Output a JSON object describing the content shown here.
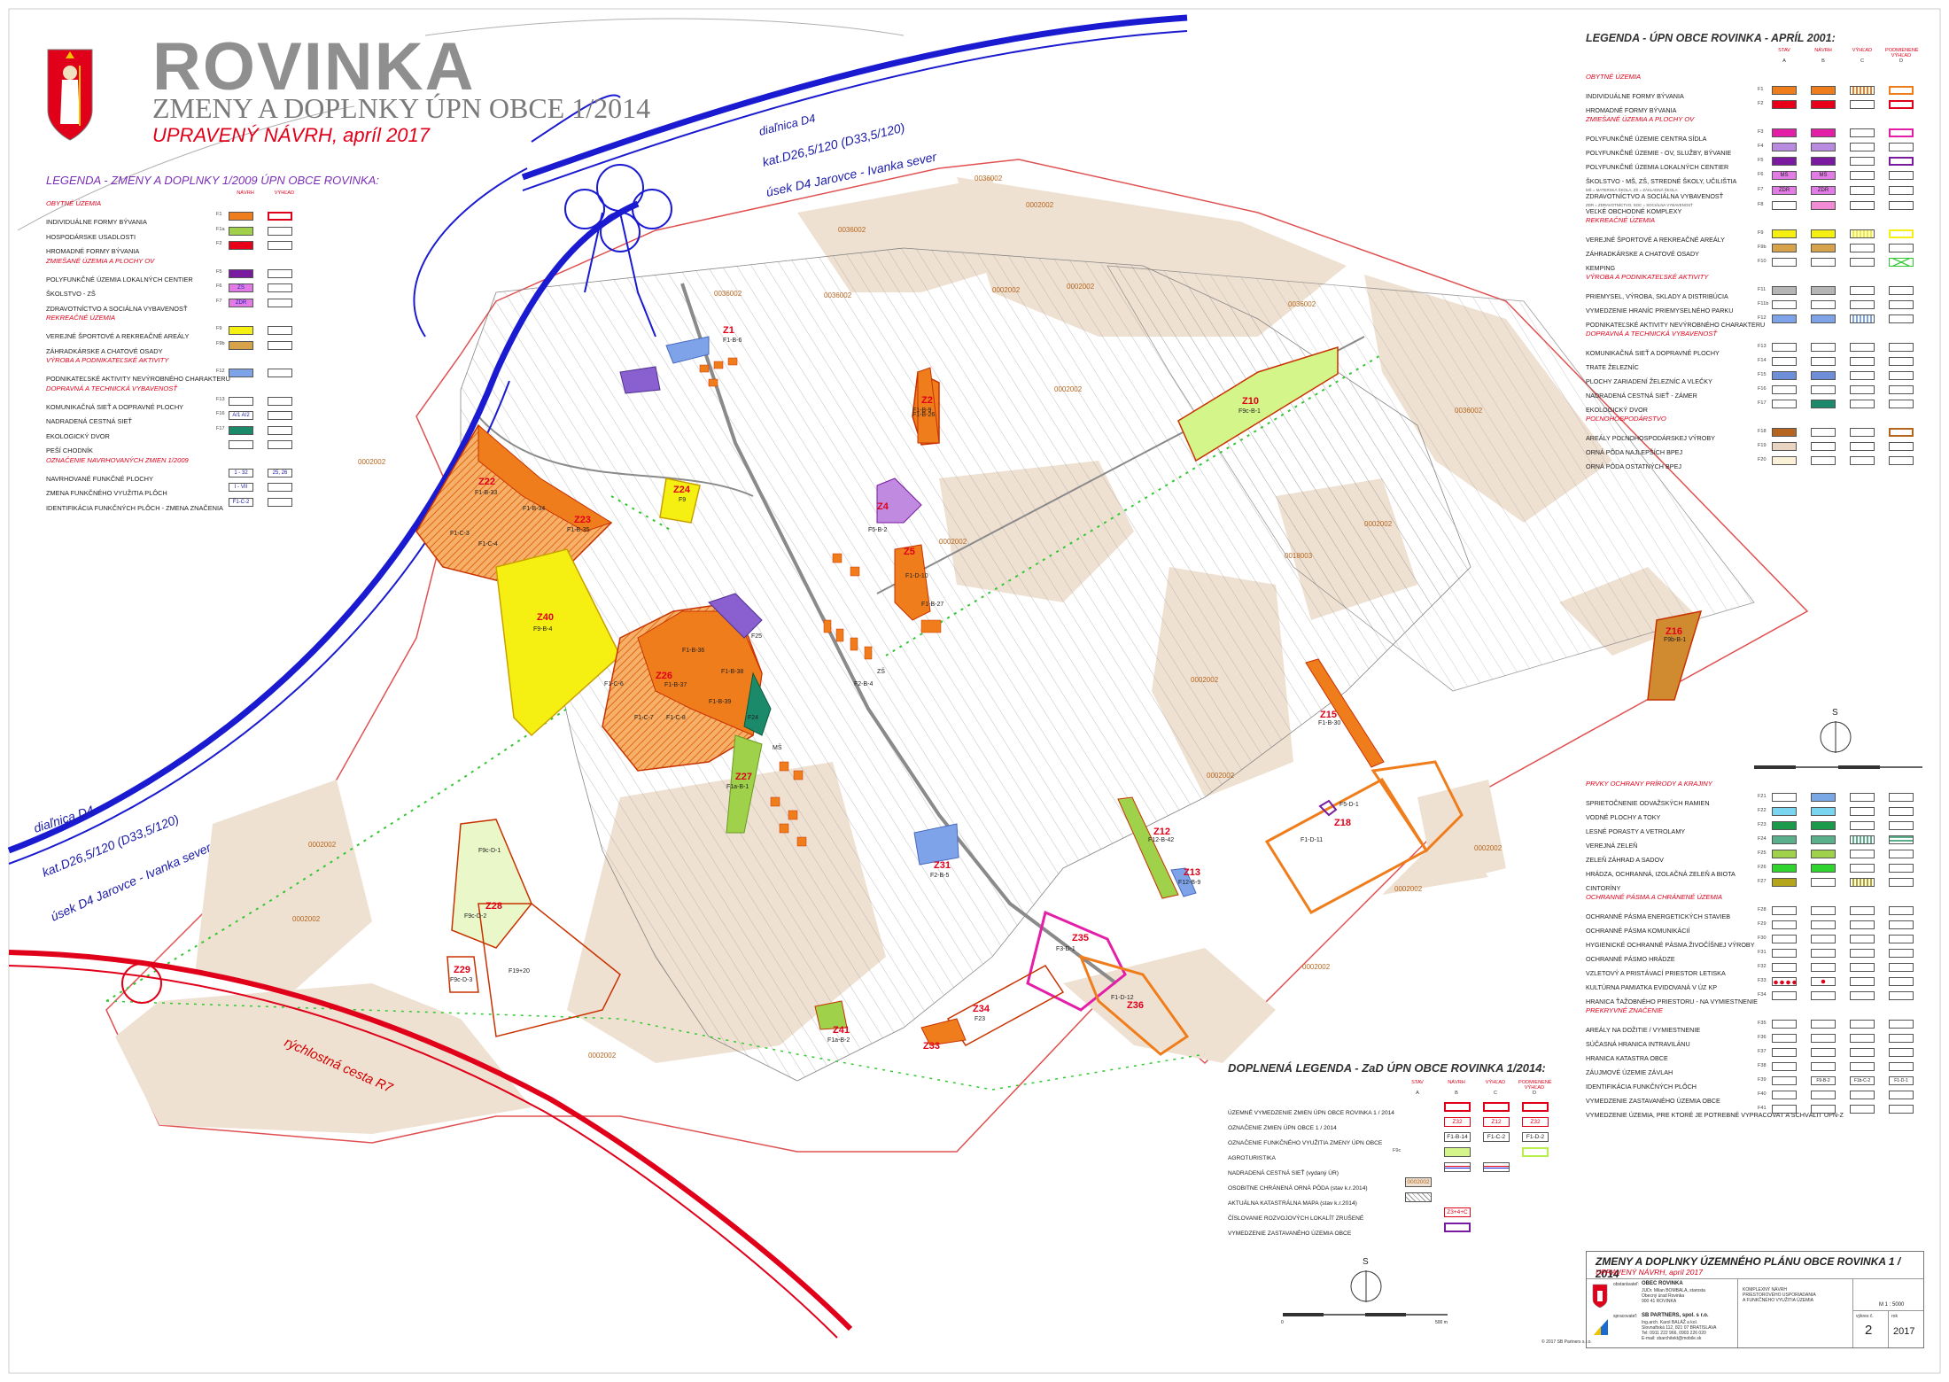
{
  "header": {
    "title": "ROVINKA",
    "subtitle": "ZMENY A DOPLNKY ÚPN OBCE 1/2014",
    "status": "UPRAVENÝ NÁVRH, apríl 2017"
  },
  "legend_2009": {
    "title": "LEGENDA - ZMENY A DOPLNKY 1/2009 ÚPN OBCE ROVINKA:",
    "col_headers": [
      "NÁVRH",
      "VÝHĽAD"
    ],
    "rows": [
      {
        "type": "cat",
        "label": "OBYTNÉ ÚZEMIA"
      },
      {
        "type": "item",
        "label": "INDIVIDUÁLNE FORMY BÝVANIA",
        "code": "F1",
        "fill": "#f07d1c",
        "alt": "outline-red"
      },
      {
        "type": "item",
        "label": "HOSPODÁRSKE USADLOSTI",
        "code": "F1a",
        "fill": "#9fd24a",
        "alt": "box"
      },
      {
        "type": "item",
        "label": "HROMADNÉ FORMY BÝVANIA",
        "code": "F2",
        "fill": "#e8001a",
        "alt": "box"
      },
      {
        "type": "cat",
        "label": "ZMIEŠANÉ ÚZEMIA A PLOCHY OV"
      },
      {
        "type": "item",
        "label": "POLYFUNKČNÉ ÚZEMIA LOKALNÝCH CENTIER",
        "code": "F5",
        "fill": "#7a1aa0",
        "alt": "box"
      },
      {
        "type": "item",
        "label": "ŠKOLSTVO - ZŠ",
        "code": "F6",
        "fill": "#e27be6",
        "text": "ZŠ",
        "alt": "box"
      },
      {
        "type": "item",
        "label": "ZDRAVOTNÍCTVO A SOCIÁLNA VYBAVENOSŤ",
        "code": "F7",
        "fill": "#e27be6",
        "text": "ZDR",
        "alt": "box"
      },
      {
        "type": "cat",
        "label": "REKREAČNÉ ÚZEMIA"
      },
      {
        "type": "item",
        "label": "VEREJNÉ ŠPORTOVÉ A REKREAČNÉ AREÁLY",
        "code": "F9",
        "fill": "#f6ef12",
        "alt": "box"
      },
      {
        "type": "item",
        "label": "ZÁHRADKÁRSKE A CHATOVÉ OSADY",
        "code": "F9b",
        "fill": "#d6a24a",
        "alt": "box"
      },
      {
        "type": "cat",
        "label": "VÝROBA A PODNIKATEĽSKÉ AKTIVITY"
      },
      {
        "type": "item",
        "label": "PODNIKATEĽSKÉ AKTIVITY NEVÝROBNÉHO CHARAKTERU",
        "code": "F12",
        "fill": "#7ea3e8",
        "alt": "box"
      },
      {
        "type": "cat",
        "label": "DOPRAVNÁ A TECHNICKÁ VYBAVENOSŤ"
      },
      {
        "type": "item",
        "label": "KOMUNIKAČNÁ SIEŤ A DOPRAVNÉ PLOCHY",
        "code": "F13",
        "fill": "#ffffff",
        "alt": "box"
      },
      {
        "type": "item",
        "label": "NADRADENÁ CESTNÁ SIEŤ",
        "code": "F16",
        "fill": "#ffffff",
        "text": "A/1  A/2",
        "alt": "box"
      },
      {
        "type": "item",
        "label": "EKOLOGICKÝ DVOR",
        "code": "F17",
        "fill": "#1a8a6a",
        "alt": "box"
      },
      {
        "type": "item",
        "label": "PEŠÍ CHODNÍK",
        "code": "",
        "fill": "#ffffff",
        "alt": "box"
      },
      {
        "type": "cat",
        "label": "OZNAČENIE NAVRHOVANÝCH ZMIEN 1/2009"
      },
      {
        "type": "item",
        "label": "NAVRHOVANÉ FUNKČNÉ PLOCHY",
        "code": "",
        "fill": "#ffffff",
        "text": "1 - 32",
        "alt": "text",
        "alt_text": "25, 26"
      },
      {
        "type": "item",
        "label": "ZMENA FUNKČNÉHO VYUŽITIA PLÔCH",
        "code": "",
        "fill": "#ffffff",
        "text": "I - VII",
        "alt": "box"
      },
      {
        "type": "item",
        "label": "IDENTIFIKÁCIA FUNKČNÝCH PLÔCH - ZMENA ZNAČENIA",
        "code": "",
        "fill": "#ffffff",
        "text": "F1-C-2",
        "alt": "box"
      }
    ]
  },
  "legend_2001": {
    "title": "LEGENDA - ÚPN OBCE ROVINKA - APRÍL 2001:",
    "col_headers": [
      "STAV",
      "NÁVRH",
      "VÝHĽAD",
      "PODMIENENÉ VÝHĽAD"
    ],
    "col_letters": [
      "A",
      "B",
      "C",
      "D"
    ],
    "rows": [
      {
        "type": "cat",
        "label": "OBYTNÉ ÚZEMIA"
      },
      {
        "type": "item",
        "code": "F1",
        "label": "INDIVIDUÁLNE FORMY BÝVANIA",
        "a": "#f07d1c",
        "b": "#f07d1c",
        "c": "hatch-orange",
        "d": "outline-orange"
      },
      {
        "type": "item",
        "code": "F2",
        "label": "HROMADNÉ FORMY BÝVANIA",
        "a": "#e8001a",
        "b": "#e8001a",
        "c": "",
        "d": "outline-red"
      },
      {
        "type": "cat",
        "label": "ZMIEŠANÉ ÚZEMIA A PLOCHY OV"
      },
      {
        "type": "item",
        "code": "F3",
        "label": "POLYFUNKČNÉ ÚZEMIE CENTRA SÍDLA",
        "a": "#e51ea8",
        "b": "#e51ea8",
        "c": "",
        "d": "outline-magenta"
      },
      {
        "type": "item",
        "code": "F4",
        "label": "POLYFUNKČNÉ ÚZEMIE - OV, SLUŽBY, BÝVANIE",
        "a": "#b98be0",
        "b": "#b98be0",
        "c": "",
        "d": ""
      },
      {
        "type": "item",
        "code": "F5",
        "label": "POLYFUNKČNÉ ÚZEMIA LOKALNÝCH CENTIER",
        "a": "#7a1aa0",
        "b": "#7a1aa0",
        "c": "",
        "d": "outline-purple"
      },
      {
        "type": "item",
        "code": "F6",
        "label": "ŠKOLSTVO - MŠ, ZŠ, STREDNÉ ŠKOLY, UČILIŠTIA",
        "sublabel": "MŠ = MATERSKÁ ŠKOLA, ZŠ = ZÁKLADNÁ ŠKOLA",
        "a": "#e27be6",
        "b": "#e27be6",
        "a_text": "MŠ",
        "b_text": "MŠ",
        "c": "",
        "d": ""
      },
      {
        "type": "item",
        "code": "F7",
        "label": "ZDRAVOTNÍCTVO A SOCIÁLNA VYBAVENOSŤ",
        "sublabel": "ZDR = ZDRAVOTNÍCTVO, SOC = SOCIÁLNA VYBAVENOSŤ",
        "a": "#e27be6",
        "b": "#e27be6",
        "a_text": "ZDR",
        "b_text": "ZDR",
        "c": "",
        "d": ""
      },
      {
        "type": "item",
        "code": "F8",
        "label": "VEĽKÉ OBCHODNÉ KOMPLEXY",
        "a": "",
        "b": "#f28ad6",
        "c": "",
        "d": ""
      },
      {
        "type": "cat",
        "label": "REKREAČNÉ ÚZEMIA"
      },
      {
        "type": "item",
        "code": "F9",
        "label": "VEREJNÉ ŠPORTOVÉ A REKREAČNÉ AREÁLY",
        "a": "#f6ef12",
        "b": "#f6ef12",
        "c": "hatch-yellow",
        "d": "outline-yellow"
      },
      {
        "type": "item",
        "code": "F9b",
        "label": "ZÁHRADKÁRSKE A CHATOVÉ OSADY",
        "a": "#d6a24a",
        "b": "#d6a24a",
        "c": "",
        "d": ""
      },
      {
        "type": "item",
        "code": "F10",
        "label": "KEMPING",
        "a": "",
        "b": "",
        "c": "",
        "d": "cross-green"
      },
      {
        "type": "cat",
        "label": "VÝROBA A PODNIKATEĽSKÉ AKTIVITY"
      },
      {
        "type": "item",
        "code": "F11",
        "label": "PRIEMYSEL, VÝROBA, SKLADY A DISTRIBÚCIA",
        "a": "#b5b5b5",
        "b": "#b5b5b5",
        "c": "",
        "d": ""
      },
      {
        "type": "item",
        "code": "F11b",
        "label": "VYMEDZENIE HRANÍC PRIEMYSELNÉHO PARKU",
        "a": "",
        "b": "",
        "c": "",
        "d": ""
      },
      {
        "type": "item",
        "code": "F12",
        "label": "PODNIKATEĽSKÉ AKTIVITY NEVÝROBNÉHO CHARAKTERU",
        "a": "#7ea3e8",
        "b": "#7ea3e8",
        "c": "hatch-blue",
        "d": ""
      },
      {
        "type": "cat",
        "label": "DOPRAVNÁ A TECHNICKÁ VYBAVENOSŤ"
      },
      {
        "type": "item",
        "code": "F13",
        "label": "KOMUNIKAČNÁ SIEŤ A DOPRAVNÉ PLOCHY",
        "a": "",
        "b": "",
        "c": "",
        "d": ""
      },
      {
        "type": "item",
        "code": "F14",
        "label": "TRATE ŽELEZNÍC",
        "a": "",
        "b": "",
        "c": "",
        "d": ""
      },
      {
        "type": "item",
        "code": "F15",
        "label": "PLOCHY ZARIADENÍ ŽELEZNÍC A VLEČKY",
        "a": "#6e8fd8",
        "b": "#6e8fd8",
        "c": "",
        "d": ""
      },
      {
        "type": "item",
        "code": "F16",
        "label": "NADRADENÁ CESTNÁ SIEŤ - ZÁMER",
        "a": "",
        "b": "",
        "c": "",
        "d": ""
      },
      {
        "type": "item",
        "code": "F17",
        "label": "EKOLOGICKÝ DVOR",
        "a": "",
        "b": "#1a8a6a",
        "c": "",
        "d": ""
      },
      {
        "type": "cat",
        "label": "POĽNOHOSPODÁRSTVO"
      },
      {
        "type": "item",
        "code": "F18",
        "label": "AREÁLY POĽNOHOSPODÁRSKEJ VÝROBY",
        "a": "#b5651d",
        "b": "",
        "c": "",
        "d": "outline-brown"
      },
      {
        "type": "item",
        "code": "F19",
        "label": "ORNÁ PÔDA NAJLEPŠÍCH BPEJ",
        "a": "#e8d4c0",
        "b": "",
        "c": "",
        "d": ""
      },
      {
        "type": "item",
        "code": "F20",
        "label": "ORNÁ PÔDA OSTATNÝCH BPEJ",
        "a": "#fbf1d6",
        "b": "",
        "c": "",
        "d": ""
      }
    ]
  },
  "legend_nature": {
    "rows": [
      {
        "type": "cat",
        "label": "PRVKY OCHRANY PRÍRODY A KRAJINY"
      },
      {
        "type": "item",
        "code": "F21",
        "label": "SPRIETOČNENIE ODVAŽSKÝCH RAMIEN",
        "a": "",
        "b": "#7aa7e6",
        "c": "",
        "d": ""
      },
      {
        "type": "item",
        "code": "F22",
        "label": "VODNÉ PLOCHY A TOKY",
        "a": "#7ad6f0",
        "b": "#7ad6f0",
        "c": "",
        "d": ""
      },
      {
        "type": "item",
        "code": "F23",
        "label": "LESNÉ PORASTY A VETROLAMY",
        "a": "#1a9a4a",
        "b": "#1a9a4a",
        "c": "",
        "d": ""
      },
      {
        "type": "item",
        "code": "F24",
        "label": "VEREJNÁ ZELEŇ",
        "a": "#5ab08a",
        "b": "#5ab08a",
        "c": "hatch-green",
        "d": "stripe-green"
      },
      {
        "type": "item",
        "code": "F25",
        "label": "ZELEŇ ZÁHRAD A SADOV",
        "a": "#9fd24a",
        "b": "#9fd24a",
        "c": "",
        "d": ""
      },
      {
        "type": "item",
        "code": "F26",
        "label": "HRÁDZA, OCHRANNÁ, IZOLAČNÁ ZELEŇ A BIOTA",
        "a": "#2fd42f",
        "b": "#2fd42f",
        "c": "",
        "d": ""
      },
      {
        "type": "item",
        "code": "F27",
        "label": "CINTORÍNY",
        "a": "#b5a51a",
        "b": "",
        "c": "hatch-olive",
        "d": ""
      },
      {
        "type": "cat",
        "label": "OCHRANNÉ PÁSMA A CHRÁNENÉ ÚZEMIA"
      },
      {
        "type": "item",
        "code": "F28",
        "label": "OCHRANNÉ PÁSMA ENERGETICKÝCH STAVIEB",
        "a": "",
        "b": "",
        "c": "",
        "d": ""
      },
      {
        "type": "item",
        "code": "F29",
        "label": "OCHRANNÉ PÁSMA KOMUNIKÁCIÍ",
        "a": "",
        "b": "",
        "c": "",
        "d": ""
      },
      {
        "type": "item",
        "code": "F30",
        "label": "HYGIENICKÉ OCHRANNÉ PÁSMA ŽIVOČÍŠNEJ VÝROBY",
        "a": "",
        "b": "",
        "c": "",
        "d": ""
      },
      {
        "type": "item",
        "code": "F31",
        "label": "OCHRANNÉ PÁSMO HRÁDZE",
        "a": "",
        "b": "",
        "c": "",
        "d": ""
      },
      {
        "type": "item",
        "code": "F32",
        "label": "VZLETOVÝ A PRISTÁVACÍ PRIESTOR LETISKA",
        "a": "",
        "b": "",
        "c": "",
        "d": ""
      },
      {
        "type": "item",
        "code": "F33",
        "label": "KULTÚRNA PAMIATKA EVIDOVANÁ V ÚZ KP",
        "a": "dots-red",
        "b": "dot-red",
        "c": "",
        "d": ""
      },
      {
        "type": "item",
        "code": "F34",
        "label": "HRANICA ŤAŽOBNÉHO PRIESTORU - NA VYMIESTNENIE",
        "a": "",
        "b": "",
        "c": "",
        "d": ""
      },
      {
        "type": "cat",
        "label": "PREKRYVNÉ ZNAČENIE"
      },
      {
        "type": "item",
        "code": "F35",
        "label": "AREÁLY NA DOŽITIE / VYMIESTNENIE",
        "a": "",
        "b": "",
        "c": "",
        "d": ""
      },
      {
        "type": "item",
        "code": "F36",
        "label": "SÚČASNÁ HRANICA INTRAVILÁNU",
        "a": "",
        "b": "",
        "c": "",
        "d": ""
      },
      {
        "type": "item",
        "code": "F37",
        "label": "HRANICA KATASTRA OBCE",
        "a": "",
        "b": "",
        "c": "",
        "d": ""
      },
      {
        "type": "item",
        "code": "F38",
        "label": "ZÁUJMOVÉ ÚZEMIE ZÁVLAH",
        "a": "",
        "b": "",
        "c": "",
        "d": ""
      },
      {
        "type": "item",
        "code": "F39",
        "label": "IDENTIFIKÁCIA FUNKČNÝCH PLÔCH",
        "a": "",
        "b": "F9-B-2",
        "c": "F1b-C-2",
        "d": "F1-D-1"
      },
      {
        "type": "item",
        "code": "F40",
        "label": "VYMEDZENIE ZASTAVANÉHO ÚZEMIA OBCE",
        "a": "",
        "b": "",
        "c": "",
        "d": ""
      },
      {
        "type": "item",
        "code": "F41",
        "label": "VYMEDZENIE ÚZEMIA, PRE KTORÉ JE POTREBNÉ VYPRACOVAŤ A SCHVÁLIŤ ÚPN-Z",
        "a": "",
        "b": "",
        "c": "",
        "d": ""
      }
    ]
  },
  "legend_2014": {
    "title": "DOPLNENÁ LEGENDA - ZaD ÚPN OBCE ROVINKA 1/2014:",
    "col_headers": [
      "STAV",
      "NÁVRH",
      "VÝHĽAD",
      "PODMIENENÉ VÝHĽAD"
    ],
    "col_letters": [
      "A",
      "B",
      "C",
      "D"
    ],
    "rows": [
      {
        "label": "ÚZEMNÉ VYMEDZENIE ZMIEN ÚPN OBCE ROVINKA 1 / 2014",
        "b": "outline-red",
        "c": "outline-red",
        "d": "outline-red"
      },
      {
        "label": "OZNAČENIE ZMIEN ÚPN OBCE 1 / 2014",
        "b_text": "Z32",
        "c_text": "Z12",
        "d_text": "Z32"
      },
      {
        "label": "OZNAČENIE FUNKČNÉHO VYUŽITIA ZMENY ÚPN OBCE",
        "b_text": "F1-B-14",
        "c_text": "F1-C-2",
        "d_text": "F1-D-2"
      },
      {
        "label": "AGROTURISTIKA",
        "code": "F9c",
        "b": "#d4f58a",
        "d": "outline-lime"
      },
      {
        "label": "NADRADENÁ CESTNÁ SIEŤ (vydaný ÚR)",
        "b": "road-red",
        "c": "road-red"
      },
      {
        "label": "OSOBITNE CHRÁNENÁ ORNÁ PÔDA (stav k.r.2014)",
        "a_text": "0002002"
      },
      {
        "label": "AKTUÁLNA KATASTRÁLNA MAPA (stav k.r.2014)",
        "a": "kataster"
      },
      {
        "label": "ČÍSLOVANIE ROZVOJOVÝCH LOKALÍT ZRUŠENÉ",
        "b_text": "Z3+4+C"
      },
      {
        "label": "VYMEDZENIE ZASTAVANÉHO ÚZEMIA OBCE",
        "b": "outline-purple"
      }
    ]
  },
  "map": {
    "road_labels": {
      "d4_top": "diaľnica D4",
      "d4_top_cat": "kat.D26,5/120 (D33,5/120)",
      "d4_top_section": "úsek D4 Jarovce - Ivanka sever",
      "d4_left": "diaľnica D4",
      "d4_left_cat": "kat.D26,5/120 (D33,5/120)",
      "d4_left_section": "úsek D4 Jarovce - Ivanka sever",
      "r7": "rýchlostná cesta  R7"
    },
    "zones": [
      {
        "id": "Z1",
        "code": "F1-B-6"
      },
      {
        "id": "Z2",
        "code": "F1-B-9"
      },
      {
        "id": "Z4",
        "code": "F5-B-2"
      },
      {
        "id": "Z5",
        "code": "F1-D-10"
      },
      {
        "id": "Z10",
        "code": "F9c-B-1"
      },
      {
        "id": "Z12",
        "code": "F12-B-42"
      },
      {
        "id": "Z13",
        "code": "F12-B-9"
      },
      {
        "id": "Z15",
        "code": "F1-B-30"
      },
      {
        "id": "Z16",
        "code": "F9b-B-1"
      },
      {
        "id": "Z18",
        "code": "F1-D-11"
      },
      {
        "id": "Z22",
        "code": "F1-B-33"
      },
      {
        "id": "Z23",
        "code": "F1-B-35"
      },
      {
        "id": "Z24",
        "code": "F9"
      },
      {
        "id": "Z26",
        "code": "F1-B-37"
      },
      {
        "id": "Z27",
        "code": "F1a-B-1"
      },
      {
        "id": "Z28",
        "code": "F9c-D-2"
      },
      {
        "id": "Z29",
        "code": "F9c-D-3"
      },
      {
        "id": "Z31",
        "code": "F2-B-5"
      },
      {
        "id": "Z33",
        "code": ""
      },
      {
        "id": "Z34",
        "code": "F23"
      },
      {
        "id": "Z35",
        "code": "F3-D-1"
      },
      {
        "id": "Z36",
        "code": "F1-D-12"
      },
      {
        "id": "Z40",
        "code": "F9-B-4"
      },
      {
        "id": "Z41",
        "code": "F1a-B-2"
      }
    ],
    "extra_codes": [
      "F1-B-26",
      "F1-C-3",
      "F1-C-4",
      "F1-B-34",
      "F1-B-36",
      "F1-B-38",
      "F1-B-39",
      "F1-C-6",
      "F1-C-7",
      "F1-C-8",
      "F1-B-27",
      "F2-B-4",
      "F9c-D-1",
      "F19+20",
      "F5-D-1",
      "F24",
      "F25",
      "MŠ",
      "ZŠ"
    ],
    "cadastral": [
      "0036002",
      "0002002",
      "0036002",
      "0036002",
      "0002002",
      "0002002",
      "0036002",
      "0002002",
      "0002002",
      "0036002",
      "0002002",
      "0018003",
      "0036002",
      "0002002",
      "0002002",
      "0002002",
      "0002002",
      "0002002",
      "0002002",
      "0002002",
      "0002002",
      "0002002"
    ]
  },
  "north_arrow": {
    "label": "S"
  },
  "scale_bar": {
    "left": "0",
    "right": "500 m"
  },
  "title_block": {
    "title": "ZMENY A DOPLNKY ÚZEMNÉHO PLÁNU OBCE ROVINKA 1 / 2014",
    "subtitle": "UPRAVENÝ NÁVRH, apríl 2017",
    "client_label": "obstarávateľ:",
    "client": "OBEC ROVINKA",
    "client_lines": [
      "JUDr. Milan BOMBALA, starosta",
      "Obecný úrad Rovinka",
      "900 41 ROVINKA"
    ],
    "processor_label": "spracovateľ:",
    "processor": "SB PARTNERS, spol. s r.o.",
    "processor_lines": [
      "Ing.arch. Karol BALÁŽ a kol.",
      "Slovnaftská 112, 821 07 BRATISLAVA",
      "Tel: 0911 222 966, 0903 226 020",
      "E-mail: sbarchitekt@mobile.sk"
    ],
    "drawing": [
      "KOMPLEXNÝ NÁVRH",
      "PRIESTOROVÉHO USPORIADANIA",
      "A FUNKČNÉHO VYUŽITIA ÚZEMIA"
    ],
    "scale": "M 1 : 5000",
    "sheet_label": "výkres č.",
    "sheet": "2",
    "year_label": "rok",
    "year": "2017",
    "copyright": "© 2017 SB Partners s.r.o."
  },
  "colors": {
    "orange": "#f07d1c",
    "red": "#e0001a",
    "blue": "#1a1ad0",
    "beige": "#efe1d2",
    "yellow": "#f6ef12",
    "lime": "#d4f58a",
    "purple": "#7a1aa0",
    "magenta": "#e51ea8",
    "green": "#1a8a6a"
  }
}
